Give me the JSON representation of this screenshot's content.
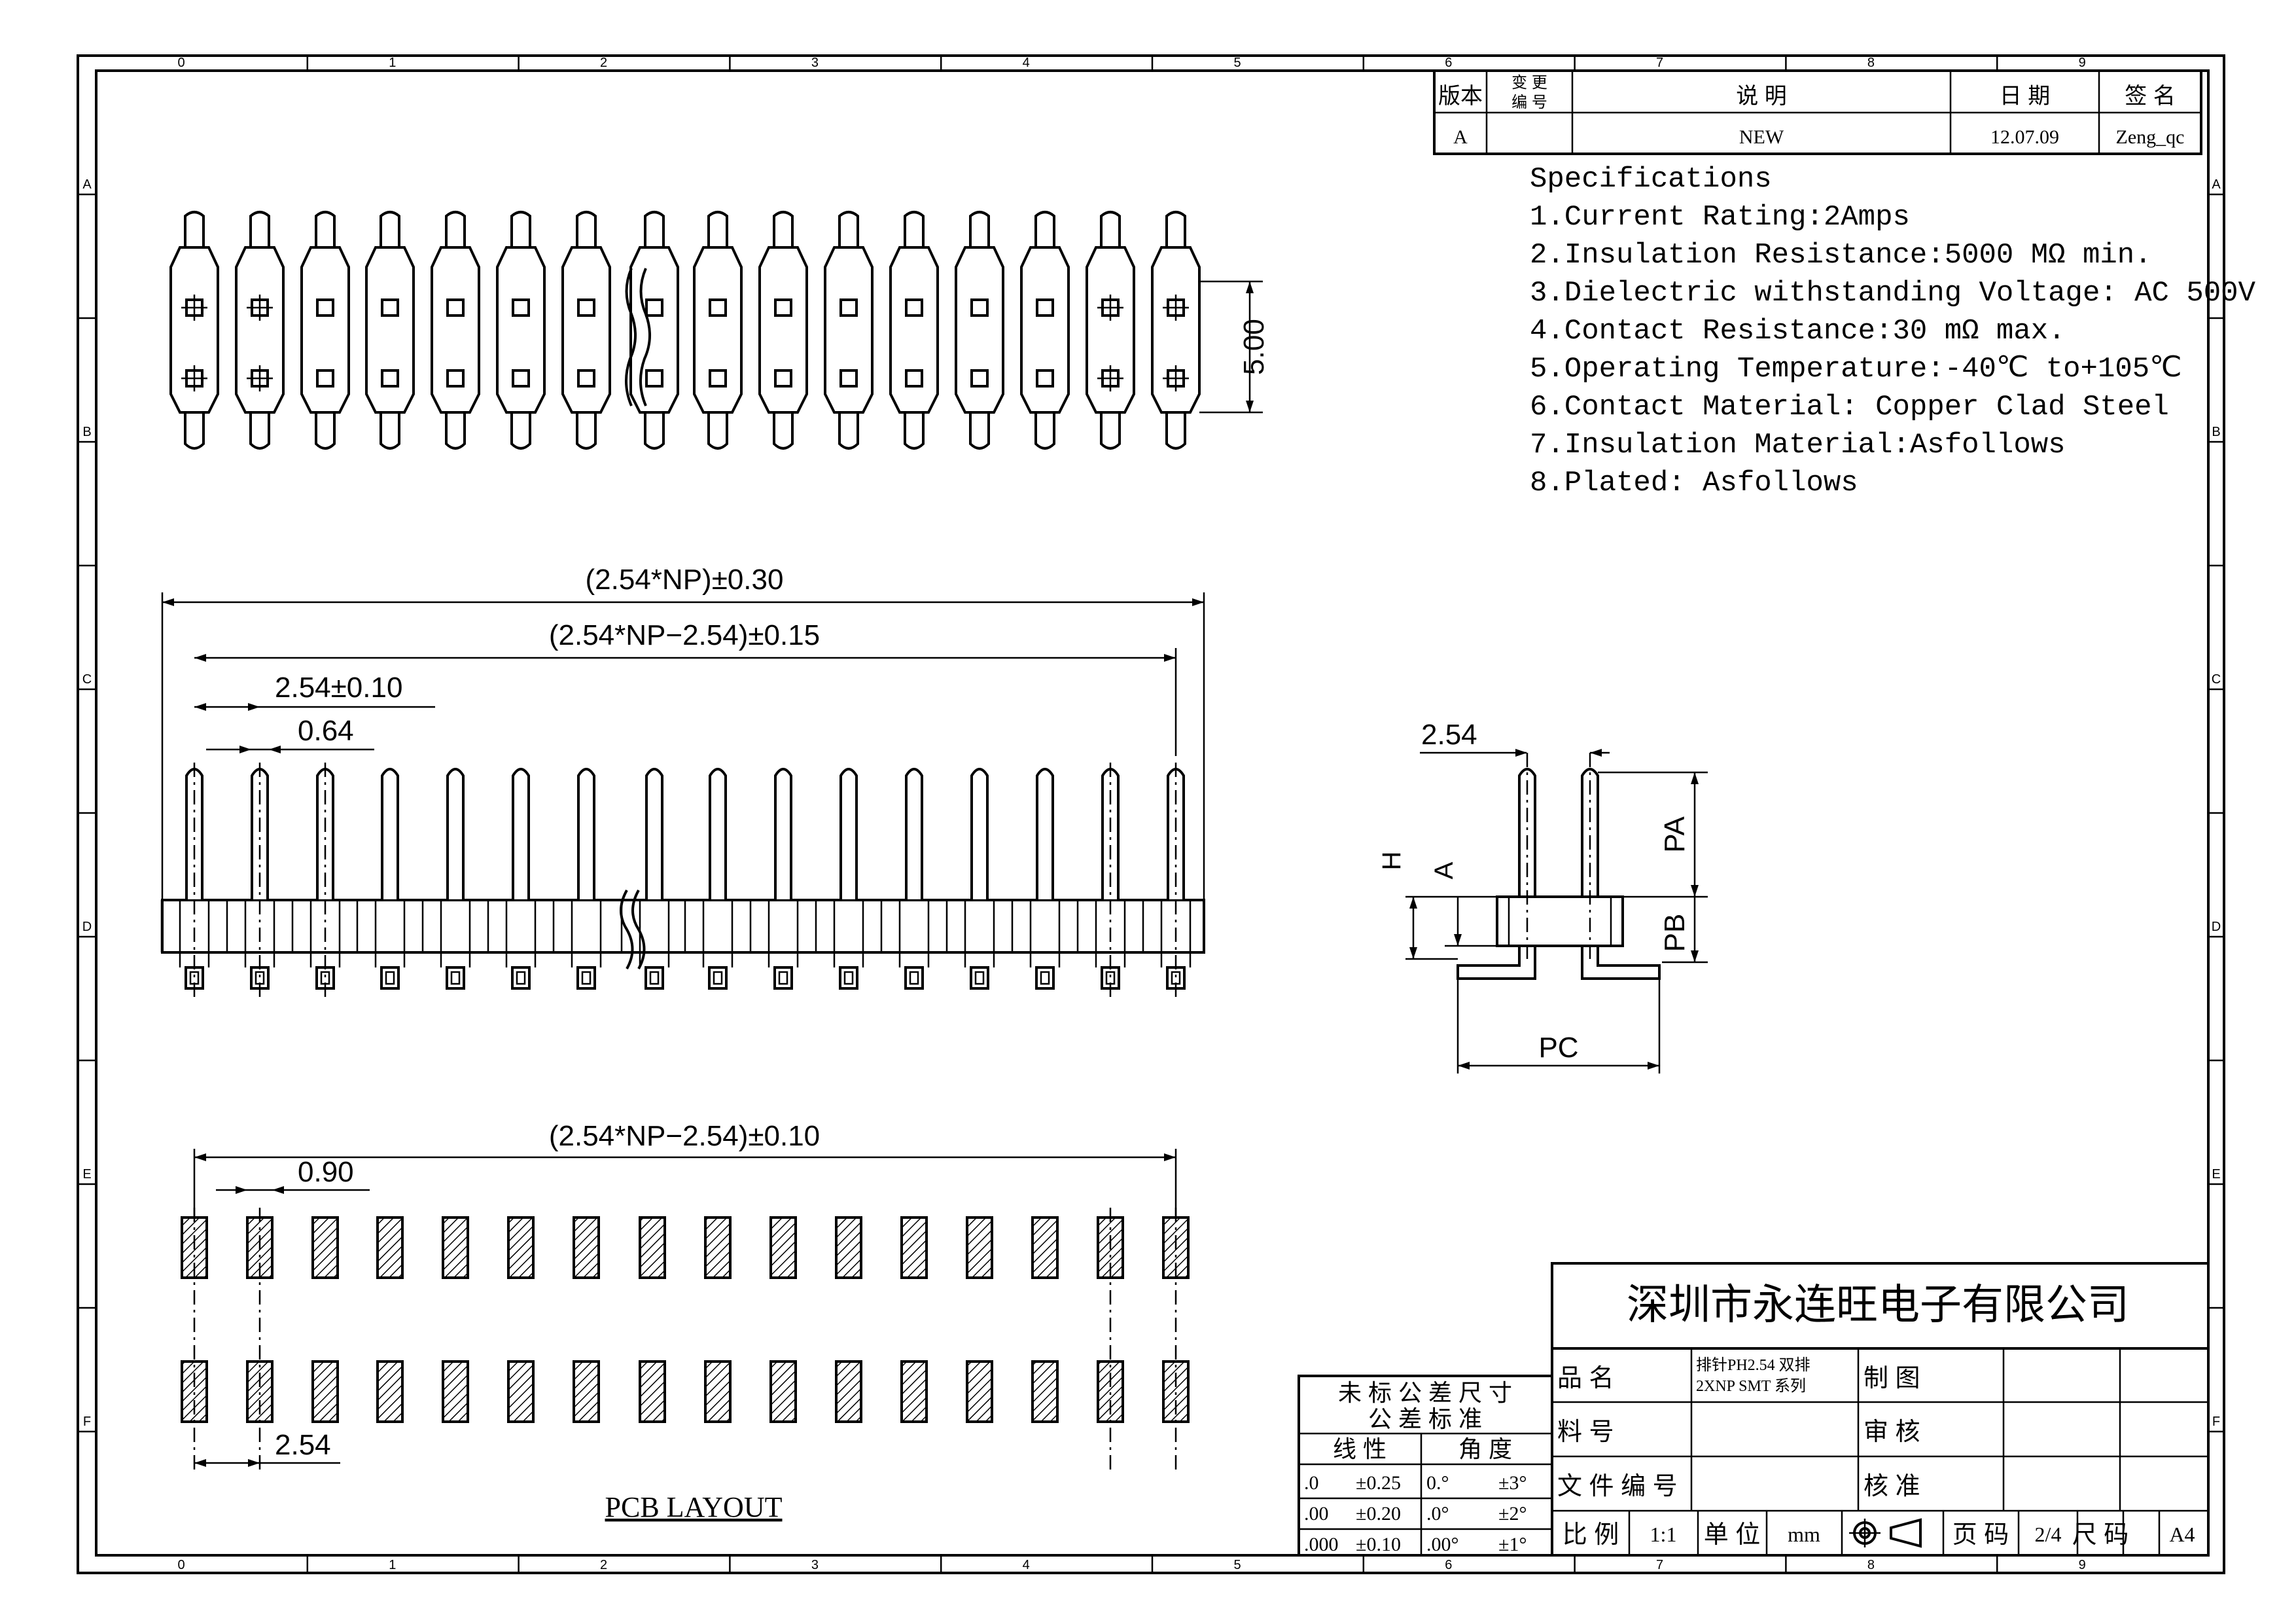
{
  "frame": {
    "zone_cols": [
      "0",
      "1",
      "2",
      "3",
      "4",
      "5",
      "6",
      "7",
      "8",
      "9"
    ],
    "zone_rows": [
      "A",
      "B",
      "C",
      "D",
      "E",
      "F"
    ]
  },
  "revision": {
    "headers": [
      "版本",
      "变 更\n编 号",
      "说        明",
      "日 期",
      "签 名"
    ],
    "rows": [
      [
        "A",
        "",
        "NEW",
        "12.07.09",
        "Zeng_qc"
      ]
    ]
  },
  "specs": {
    "title": "Specifications",
    "items": [
      "1.Current Rating:2Amps",
      "2.Insulation Resistance:5000 MΩ min.",
      "3.Dielectric withstanding Voltage: AC 500V",
      "4.Contact Resistance:30 mΩ max.",
      "5.Operating Temperature:-40℃ to+105℃",
      "6.Contact Material: Copper Clad Steel",
      "7.Insulation Material:Asfollows",
      "8.Plated: Asfollows"
    ]
  },
  "top_view": {
    "height_dim": "5.00"
  },
  "front_view": {
    "overall_length": "(2.54*NP)±0.30",
    "pin_span": "(2.54*NP−2.54)±0.15",
    "pitch": "2.54±0.10",
    "pin_width": "0.64"
  },
  "side_view": {
    "pitch": "2.54",
    "dims": [
      "PA",
      "PB",
      "PC",
      "H",
      "A"
    ]
  },
  "pcb_layout": {
    "span": "(2.54*NP−2.54)±0.10",
    "pad_width": "0.90",
    "row_pitch": "2.54",
    "caption": "PCB LAYOUT"
  },
  "tolerance": {
    "title": "未 标 公 差 尺 寸",
    "subtitle": "公 差 标 准",
    "col_linear": "线  性",
    "col_angle": "角  度",
    "rows": [
      [
        ".0",
        "±0.25",
        "0.°",
        "±3°"
      ],
      [
        ".00",
        "±0.20",
        ".0°",
        "±2°"
      ],
      [
        ".000",
        "±0.10",
        ".00°",
        "±1°"
      ]
    ]
  },
  "title_block": {
    "company": "深圳市永连旺电子有限公司",
    "product_label": "品          名",
    "product_value_1": "排针PH2.54 双排",
    "product_value_2": "2XNP SMT 系列",
    "material_label": "料          号",
    "doc_no_label": "文 件 编 号",
    "drawn_label": "制          图",
    "review_label": "审          核",
    "approve_label": "核          准",
    "scale_label": "比 例",
    "scale_value": "1:1",
    "unit_label": "单 位",
    "unit_value": "mm",
    "page_label": "页 码",
    "page_value": "2/4",
    "size_label": "尺 码",
    "size_value": "A4"
  }
}
